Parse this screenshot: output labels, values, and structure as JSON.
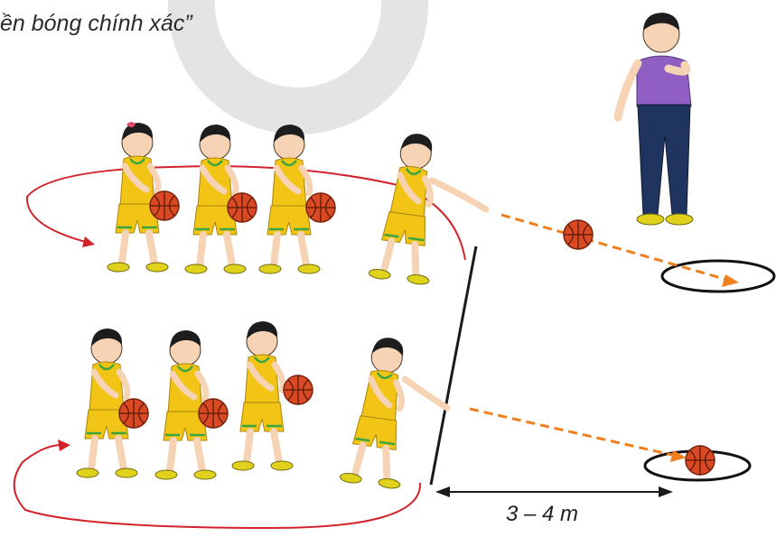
{
  "caption": "ền bóng chính xác”",
  "distance_label": "3 – 4 m",
  "colors": {
    "path_arrow": "#d2232a",
    "pass_trajectory": "#f07f1e",
    "jersey": "#f2c416",
    "jersey_trim": "#3aa63f",
    "ball": "#d94a24",
    "coach_shirt": "#8f5fc4",
    "coach_pants": "#1f3560",
    "watermark_ring": "#e4e4e4",
    "target_ring": "#111111"
  },
  "icons": [
    "watermark-ring",
    "player-figure",
    "coach-figure",
    "basketball",
    "target-circle",
    "foul-line"
  ]
}
